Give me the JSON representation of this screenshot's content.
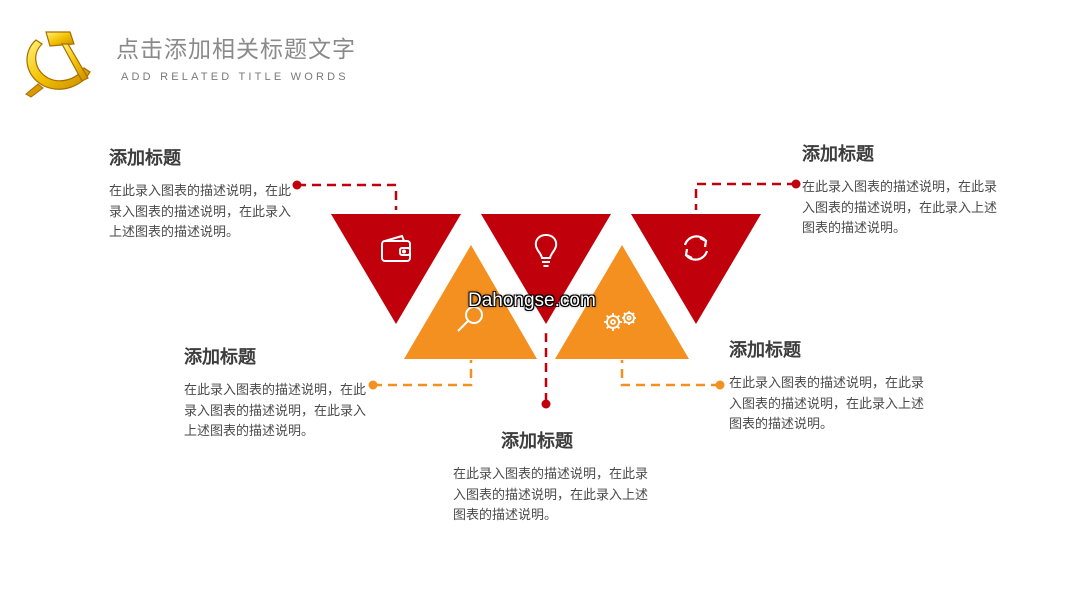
{
  "header": {
    "title": "点击添加相关标题文字",
    "subtitle": "ADD RELATED TITLE WORDS",
    "logo_icon": "hammer-sickle-emblem-icon"
  },
  "colors": {
    "red": "#c0000b",
    "orange": "#f39020",
    "heading": "#3d3d3d",
    "body_text": "#4a4a4a"
  },
  "watermark": "Dahongse.com",
  "items": [
    {
      "heading": "添加标题",
      "desc": "在此录入图表的描述说明，在此录入图表的描述说明，在此录入上述图表的描述说明。",
      "icon": "wallet-icon",
      "color": "red"
    },
    {
      "heading": "添加标题",
      "desc": "在此录入图表的描述说明，在此录入图表的描述说明，在此录入上述图表的描述说明。",
      "icon": "search-icon",
      "color": "orange"
    },
    {
      "heading": "添加标题",
      "desc": "在此录入图表的描述说明，在此录入图表的描述说明，在此录入上述图表的描述说明。",
      "icon": "lightbulb-icon",
      "color": "red"
    },
    {
      "heading": "添加标题",
      "desc": "在此录入图表的描述说明，在此录入图表的描述说明，在此录入上述图表的描述说明。",
      "icon": "gears-icon",
      "color": "orange"
    },
    {
      "heading": "添加标题",
      "desc": "在此录入图表的描述说明，在此录入图表的描述说明，在此录入上述图表的描述说明。",
      "icon": "refresh-icon",
      "color": "red"
    }
  ]
}
